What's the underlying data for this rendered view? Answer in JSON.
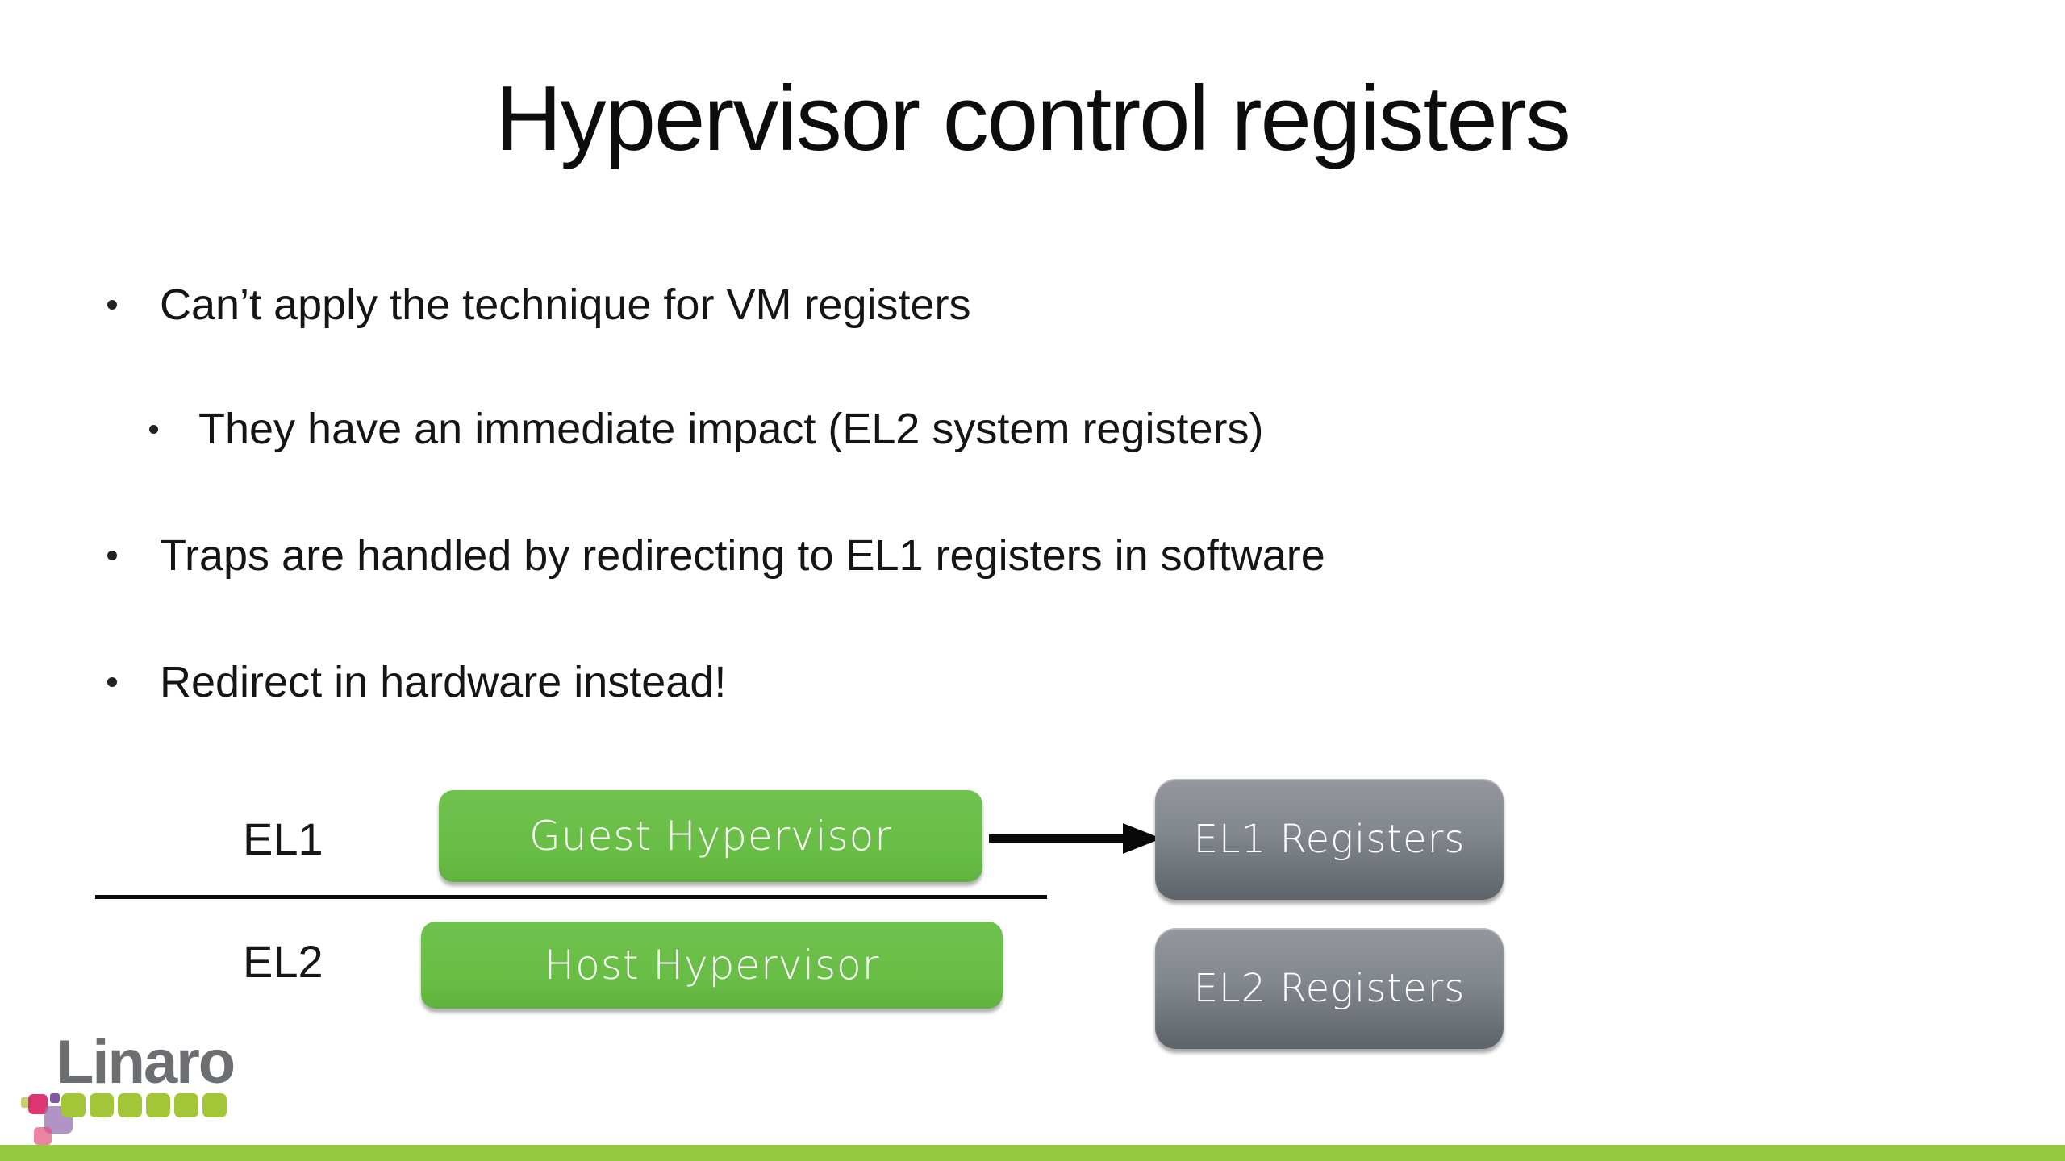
{
  "slide": {
    "title": "Hypervisor control registers",
    "bullets": [
      {
        "level": 1,
        "text": "Can’t apply the technique for VM registers"
      },
      {
        "level": 2,
        "text": "They have an immediate impact (EL2 system registers)"
      },
      {
        "level": 1,
        "text": "Traps are handled by redirecting to EL1 registers in software"
      },
      {
        "level": 1,
        "text": "Redirect in hardware instead!"
      }
    ],
    "diagram": {
      "row1": {
        "label": "EL1",
        "main_box": "Guest Hypervisor",
        "register_box": "EL1 Registers"
      },
      "row2": {
        "label": "EL2",
        "main_box": "Host Hypervisor",
        "register_box": "EL2 Registers"
      }
    },
    "logo_text": "Linaro",
    "colors": {
      "box_green": "#68bd45",
      "box_gray_top": "#94989e",
      "box_gray_bottom": "#5e636a",
      "footer_green": "#95c93f",
      "logo_gray": "#6d6e71",
      "logo_green": "#a2c637",
      "logo_crimson": "#d8195f",
      "logo_purple": "#9a76b5",
      "logo_pink": "#e1557f",
      "text_color": "#111111"
    }
  }
}
